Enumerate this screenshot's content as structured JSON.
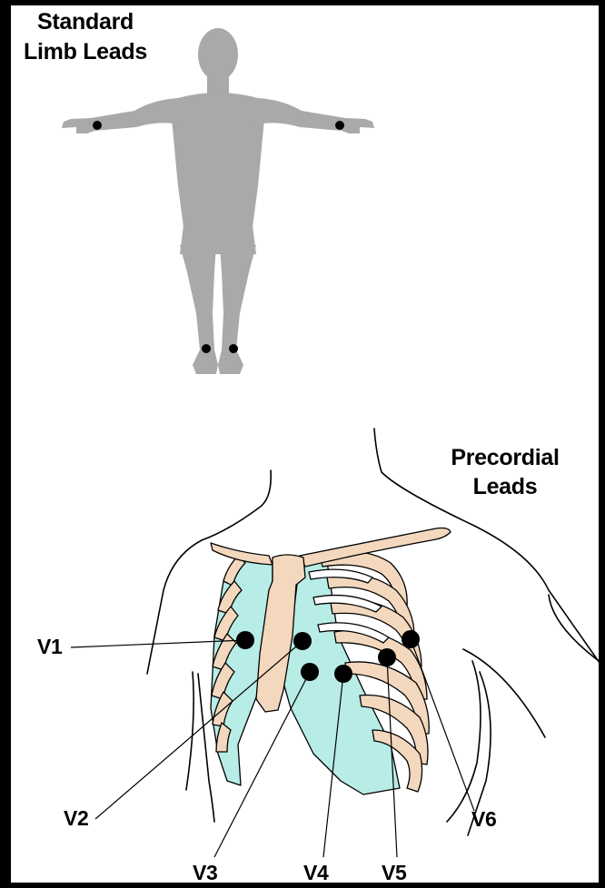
{
  "limb_section": {
    "title_line1": "Standard",
    "title_line2": "Limb Leads"
  },
  "precordial_section": {
    "title_line1": "Precordial",
    "title_line2": "Leads"
  },
  "leads": [
    {
      "id": "V1",
      "label": "V1"
    },
    {
      "id": "V2",
      "label": "V2"
    },
    {
      "id": "V3",
      "label": "V3"
    },
    {
      "id": "V4",
      "label": "V4"
    },
    {
      "id": "V5",
      "label": "V5"
    },
    {
      "id": "V6",
      "label": "V6"
    }
  ],
  "colors": {
    "body": "#a9a9a9",
    "cartilage": "#b8ece6",
    "bone": "#f3d8be",
    "outline": "#000000",
    "electrode": "#000000"
  }
}
